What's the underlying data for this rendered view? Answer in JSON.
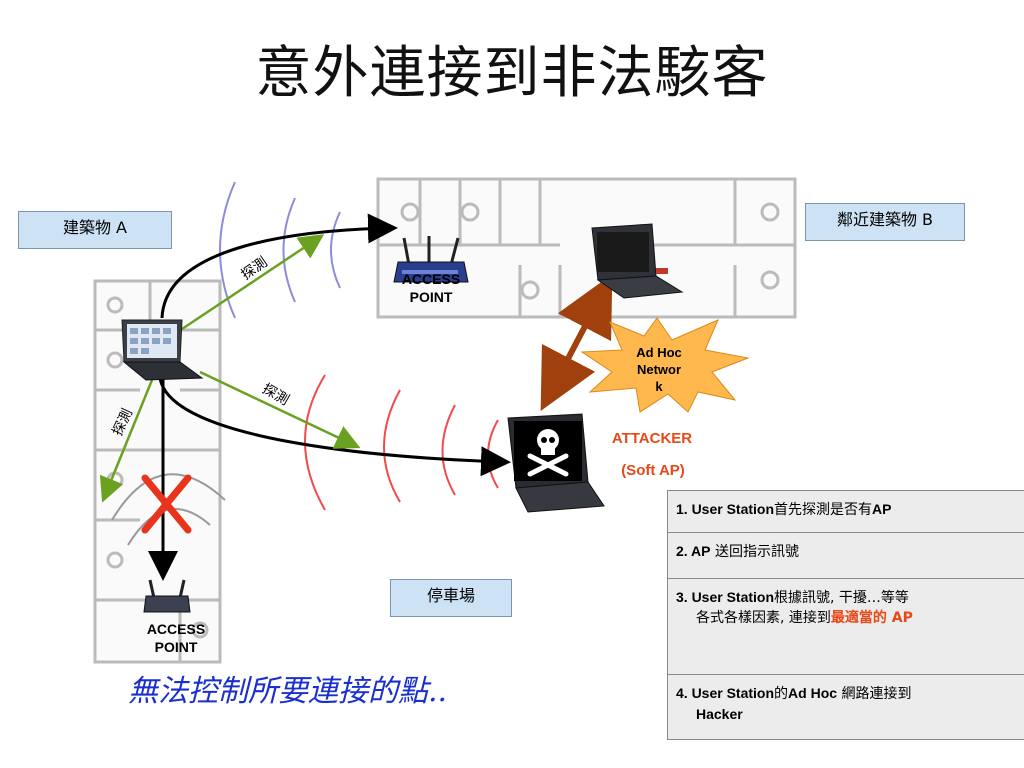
{
  "title": "意外連接到非法駭客",
  "labels": {
    "building_a": "建築物 A",
    "building_b": "鄰近建築物 B",
    "parking": "停車場",
    "probe1": "探測",
    "probe2": "探測",
    "probe3": "探測",
    "ap_top_line1": "ACCESS",
    "ap_top_line2": "POINT",
    "ap_bottom_line1": "ACCESS",
    "ap_bottom_line2": "POINT",
    "adhoc_line1": "Ad Hoc",
    "adhoc_line2": "Networ",
    "adhoc_line3": "k",
    "attacker": "ATTACKER",
    "soft_ap": "(Soft AP)"
  },
  "footer_text": "無法控制所要連接的點..",
  "steps": [
    {
      "prefix": "1. User Station",
      "text": "首先探測是否有",
      "suffix": "AP"
    },
    {
      "prefix": "2. AP",
      "text": " 送回指示訊號"
    },
    {
      "prefix": "3. User Station",
      "text": "根據訊號, 干擾…等等",
      "line2": "各式各樣因素, 連接到",
      "highlight": "最適當的 AP"
    },
    {
      "prefix": "4. User Station",
      "text": "的",
      "mid": "Ad Hoc",
      "text2": " 網路連接到",
      "line2": "Hacker"
    }
  ],
  "colors": {
    "probe_arrow": "#6aa121",
    "adhoc_arrow": "#a0410d",
    "signal_red": "#f24b4b",
    "signal_blue": "#8d8cd8",
    "block_x": "#e8341c",
    "burst": "#ffb84d",
    "accent_red": "#e64a19",
    "footer_blue": "#1a2fd0"
  }
}
